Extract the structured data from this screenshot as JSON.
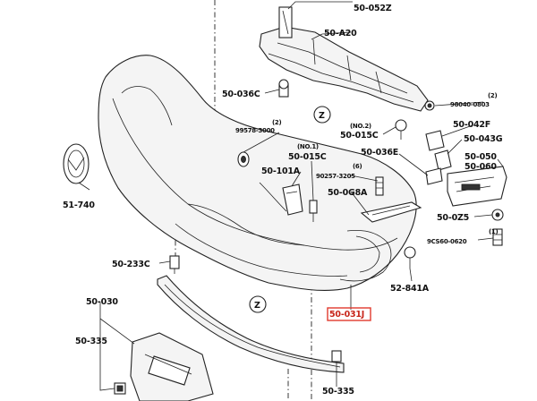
{
  "labels": {
    "l_052z": "50-052Z",
    "l_a20": "50-A20",
    "l_036c": "50-036C",
    "l_98040_qty": "(2)",
    "l_98040": "98040-0803",
    "l_042f": "50-042F",
    "l_043g": "50-043G",
    "l_no2": "(NO.2)",
    "l_015c_top": "50-015C",
    "l_99578_qty": "(2)",
    "l_99578": "99578-3000",
    "l_no1": "(NO.1)",
    "l_015c": "50-015C",
    "l_036e": "50-036E",
    "l_050": "50-050",
    "l_060": "50-060",
    "l_101a": "50-101A",
    "l_90257_qty": "(6)",
    "l_90257": "90257-3205",
    "l_g8a": "50-0G8A",
    "l_0z5": "50-0Z5",
    "l_9cs60_qty": "(1)",
    "l_9cs60": "9CS60-0620",
    "l_51740": "51-740",
    "l_233c": "50-233C",
    "l_52841a": "52-841A",
    "l_031j": "50-031J",
    "l_030": "50-030",
    "l_335_left": "50-335",
    "l_335_bottom": "50-335",
    "z_top": "Z",
    "z_bottom": "Z"
  },
  "colors": {
    "highlight": "#e23a2e"
  }
}
